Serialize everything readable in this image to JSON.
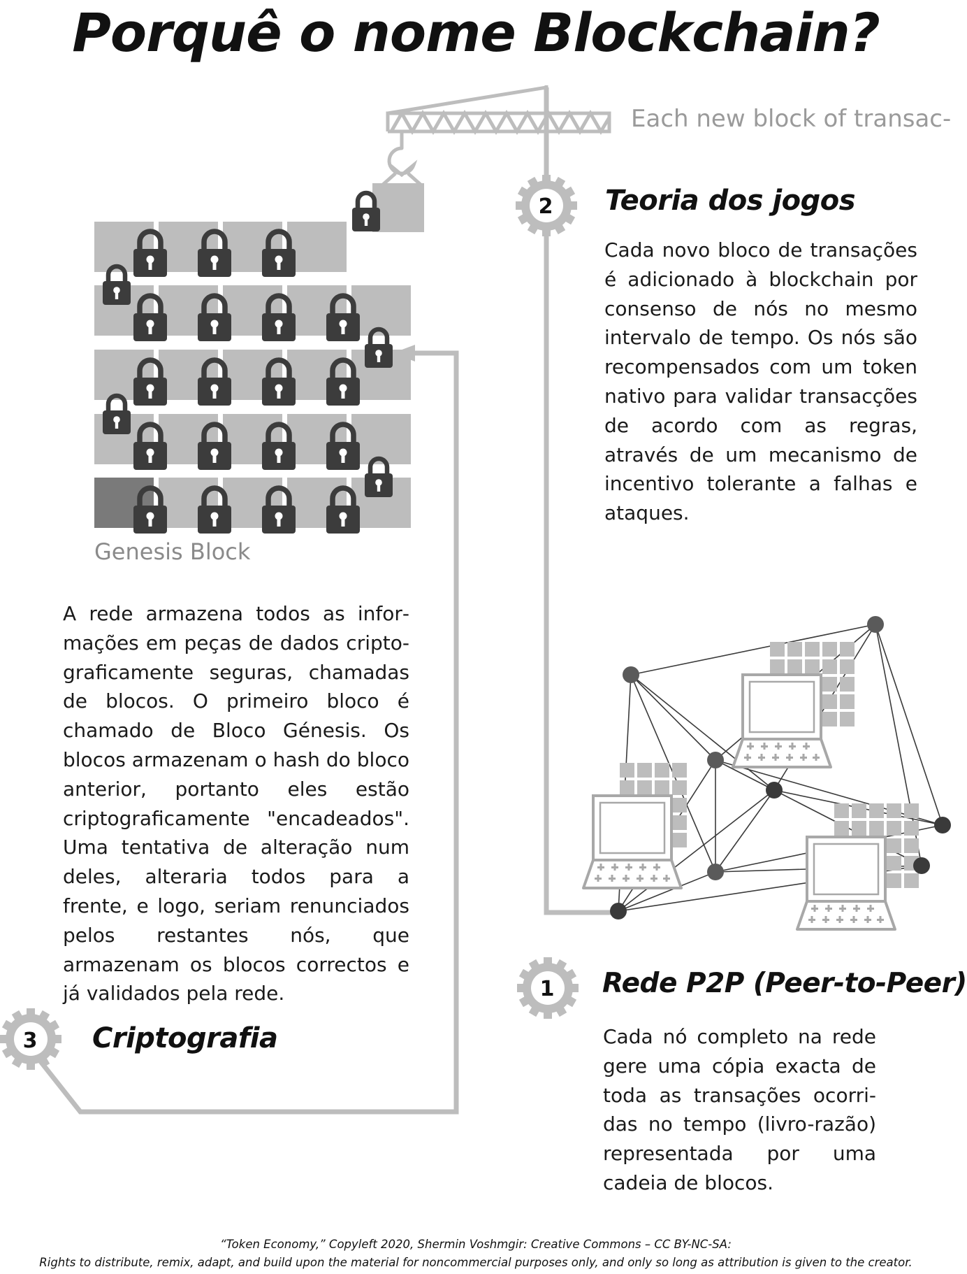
{
  "title": "Porquê o nome Blockchain?",
  "crane_text": "Each new block of transac-",
  "genesis_label": "Genesis Block",
  "steps": [
    {
      "number": "1",
      "heading": "Rede P2P (Peer-to-Peer)",
      "text": "Cada nó completo na rede gere uma cópia exacta de toda as transações ocorri­das no tempo (livro-razão) representada por uma cadeia de blocos."
    },
    {
      "number": "2",
      "heading": "Teoria dos jogos",
      "text": "Cada novo bloco de transações é adicionado à blockchain por consenso de nós no mesmo intervalo de tempo. Os nós são recompen­sados com um token nativo para validar transacções de acordo com as regras, através de um mecanismo de incen­tivo tolerante a falhas e ataques."
    },
    {
      "number": "3",
      "heading": "Criptografia",
      "text": "A rede armazena todos as infor­mações em peças de dados cripto­graficamente seguras, chamadas de blocos. O primeiro bloco é chama­do de Bloco Génesis. Os blocos armazenam o hash do bloco ante­rior, portanto eles estão criptografi­camente \"encadeados\". Uma tenta­tiva de alteração num deles, alter­aria todos para a frente, e logo, seriam renunciados pelos restantes nós, que armazenam os blocos cor­rectos e já validados pela rede."
    }
  ],
  "credit_line1": "“Token Economy,” Copyleft 2020, Shermin Voshmgir: Creative Commons – CC BY-NC-SA:",
  "credit_line2": "Rights to distribute, remix, adapt, and build upon the material  for noncommercial purposes only, and only so long as attribution is given to the creator.",
  "icons": [
    "gear-icon",
    "padlock-icon",
    "crane-icon",
    "computer-icon",
    "network-node-icon"
  ],
  "colors": {
    "line": "#b8b8b8",
    "block": "#b8b8b8",
    "genesis_block": "#7a7a7a",
    "lock": "#3c3c3c",
    "node": "#555555",
    "text_gray": "#9a9a9a"
  }
}
